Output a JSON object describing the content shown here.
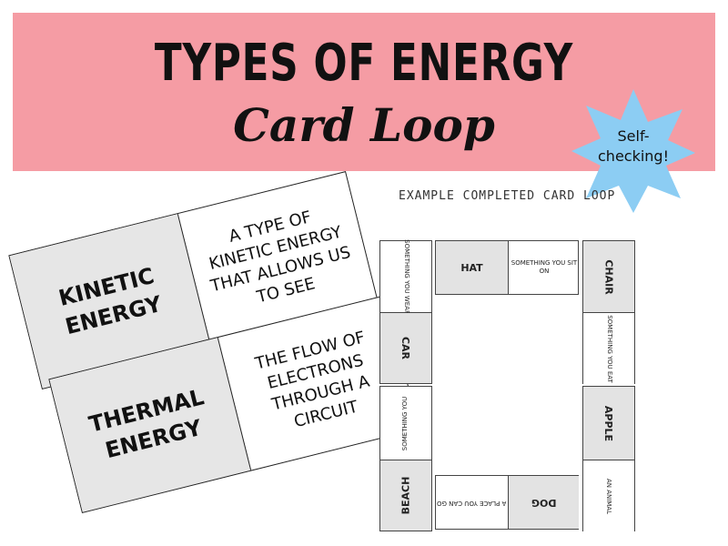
{
  "header": {
    "title": "TYPES OF ENERGY",
    "subtitle": "Card Loop",
    "banner_color": "#f59ca4"
  },
  "badge": {
    "text_line1": "Self-",
    "text_line2": "checking!",
    "color": "#8ccdf3"
  },
  "example_label": "EXAMPLE COMPLETED CARD LOOP",
  "cards": [
    {
      "term": "KINETIC ENERGY",
      "definition": "A type of kinetic energy that allows us to see"
    },
    {
      "term": "THERMAL ENERGY",
      "definition": "The flow of electrons through a circuit"
    }
  ],
  "loop": {
    "top": [
      {
        "term": "Hat",
        "definition": "Something you sit on"
      }
    ],
    "right": [
      {
        "term": "Chair",
        "definition": "Something you eat"
      },
      {
        "term": "Apple",
        "definition": "An animal"
      }
    ],
    "bottom": [
      {
        "term": "Dog",
        "definition": "A place you can go"
      }
    ],
    "left": [
      {
        "term": "Beach",
        "definition": "Something you"
      },
      {
        "term": "Car",
        "definition": "Something you wear"
      }
    ]
  }
}
